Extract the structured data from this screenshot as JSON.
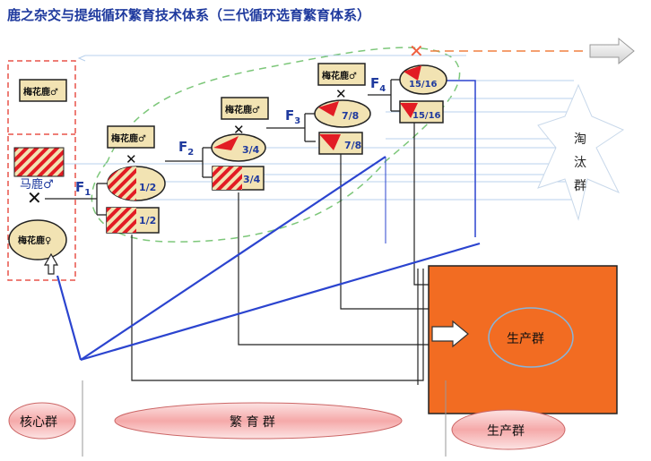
{
  "title": "鹿之杂交与提纯循环繁育技术体系（三代循环选育繁育体系）",
  "labels": {
    "meihua_male": "梅花鹿♂",
    "meihua_female": "梅花鹿♀",
    "malu_male": "马鹿♂",
    "f1": "F",
    "f1_sub": "1",
    "f2": "F",
    "f2_sub": "2",
    "f3": "F",
    "f3_sub": "3",
    "f4": "F",
    "f4_sub": "4",
    "frac_1_2": "1/2",
    "frac_3_4": "3/4",
    "frac_7_8": "7/8",
    "frac_15_16": "15/16",
    "cull_line1": "淘",
    "cull_line2": "汰",
    "cull_line3": "群",
    "production_inner": "生产群"
  },
  "bottom": {
    "core_group": "核心群",
    "breeding_group": "繁 育 群",
    "production_group": "生产群"
  },
  "colors": {
    "title": "#1f3a9e",
    "red": "#e21c24",
    "tan": "#f2e3b3",
    "orange": "#f26c22",
    "blue_line": "#2b44cf",
    "green_dash": "#7dc77a",
    "red_dash": "#e8534a",
    "pink": "#f5b3b3"
  }
}
